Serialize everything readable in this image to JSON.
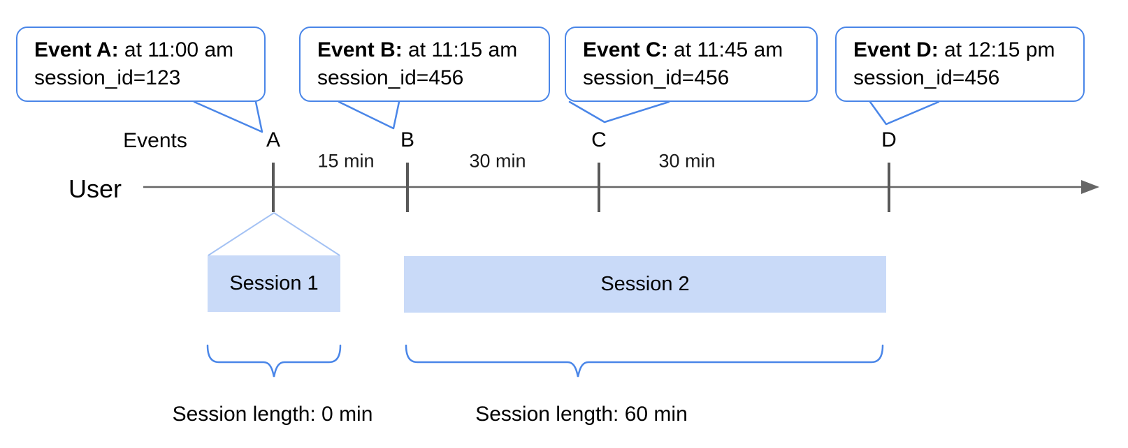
{
  "colors": {
    "accent_blue": "#4a86e8",
    "funnel_blue": "#a4c2f4",
    "session_fill": "#c9daf8",
    "line_gray": "#666666",
    "tick_gray": "#595959",
    "text_black": "#000000"
  },
  "diagram": {
    "row_labels": {
      "events": "Events",
      "user": "User"
    },
    "bubbles": [
      {
        "bold": "Event A:",
        "time": " at 11:00 am",
        "detail": "session_id=123"
      },
      {
        "bold": "Event B:",
        "time": " at 11:15 am",
        "detail": "session_id=456"
      },
      {
        "bold": "Event C:",
        "time": " at 11:45 am",
        "detail": "session_id=456"
      },
      {
        "bold": "Event D:",
        "time": " at 12:15 pm",
        "detail": "session_id=456"
      }
    ],
    "markers": [
      "A",
      "B",
      "C",
      "D"
    ],
    "intervals": [
      "15 min",
      "30 min",
      "30 min"
    ],
    "sessions": [
      "Session 1",
      "Session 2"
    ],
    "session_lengths": [
      "Session length: 0 min",
      "Session length: 60 min"
    ]
  }
}
